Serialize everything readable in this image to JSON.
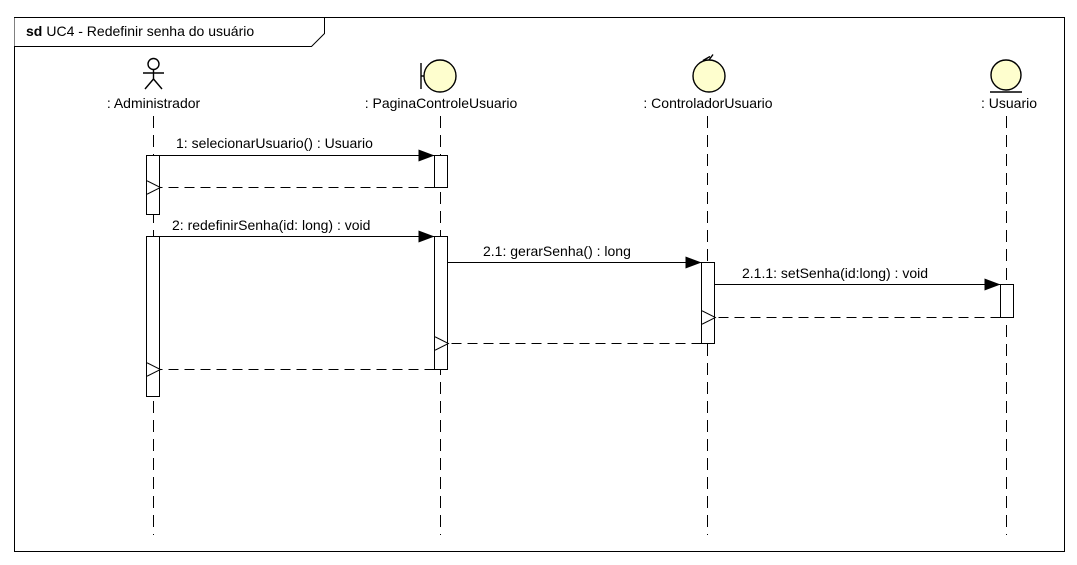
{
  "frame": {
    "keyword": "sd",
    "name": "UC4 - Redefinir senha do usuário"
  },
  "lifelines": [
    {
      "id": "admin",
      "kind": "actor",
      "label": ": Administrador"
    },
    {
      "id": "pagina",
      "kind": "boundary",
      "label": ": PaginaControleUsuario"
    },
    {
      "id": "controlador",
      "kind": "control",
      "label": ": ControladorUsuario"
    },
    {
      "id": "usuario",
      "kind": "entity",
      "label": ": Usuario"
    }
  ],
  "messages": [
    {
      "label": "1: selecionarUsuario() : Usuario",
      "from": "admin",
      "to": "pagina",
      "type": "sync"
    },
    {
      "label": "",
      "from": "pagina",
      "to": "admin",
      "type": "reply"
    },
    {
      "label": "2: redefinirSenha(id: long) : void",
      "from": "admin",
      "to": "pagina",
      "type": "sync"
    },
    {
      "label": "2.1: gerarSenha() : long",
      "from": "pagina",
      "to": "controlador",
      "type": "sync"
    },
    {
      "label": "2.1.1: setSenha(id:long) : void",
      "from": "controlador",
      "to": "usuario",
      "type": "sync"
    },
    {
      "label": "",
      "from": "usuario",
      "to": "controlador",
      "type": "reply"
    },
    {
      "label": "",
      "from": "controlador",
      "to": "pagina",
      "type": "reply"
    },
    {
      "label": "",
      "from": "pagina",
      "to": "admin",
      "type": "reply"
    }
  ],
  "colors": {
    "symbol_fill": "#FEFECE",
    "activation_fill": "#FFFFFF",
    "line": "#000000",
    "background": "#FFFFFF"
  }
}
